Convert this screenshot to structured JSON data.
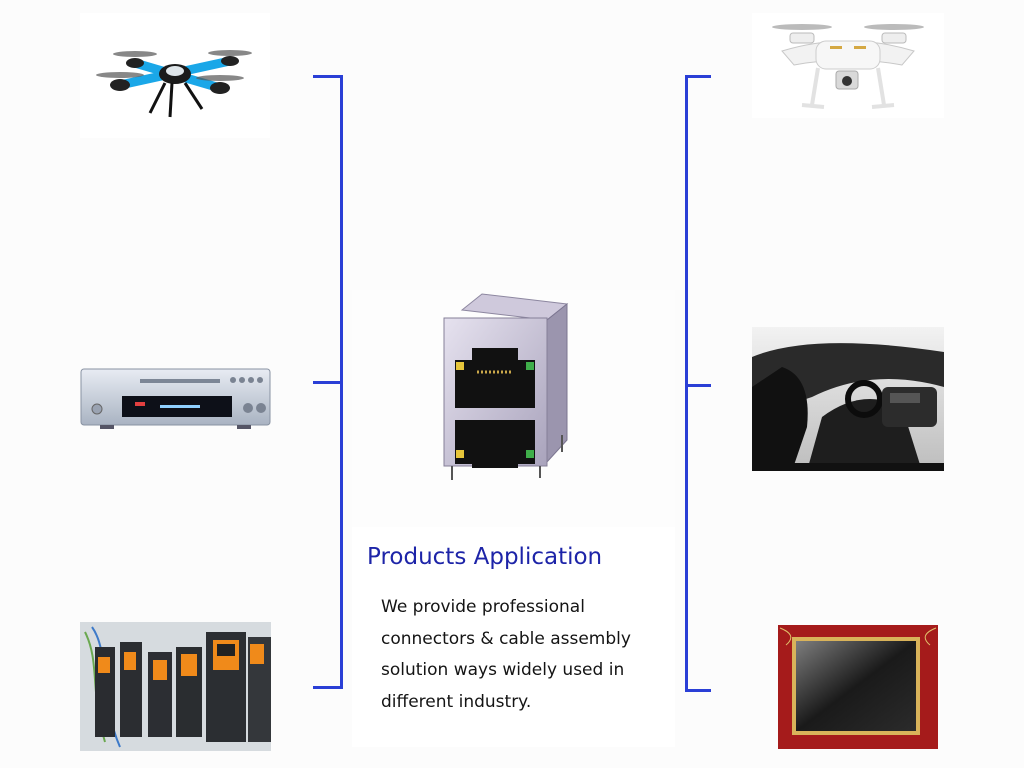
{
  "product": {
    "title": "Products Application",
    "description_lines": [
      "We provide professional",
      "connectors & cable assembly",
      "solution ways widely used in",
      "different industry."
    ]
  },
  "colors": {
    "bracket": "#2a3fd6",
    "title": "#1d24a8",
    "text": "#141414"
  },
  "images": {
    "left": [
      "quadcopter-drone",
      "dvd-player",
      "industrial-inverters"
    ],
    "center": "rj45-connector",
    "right": [
      "camera-drone",
      "car-interior",
      "display-screen"
    ]
  }
}
